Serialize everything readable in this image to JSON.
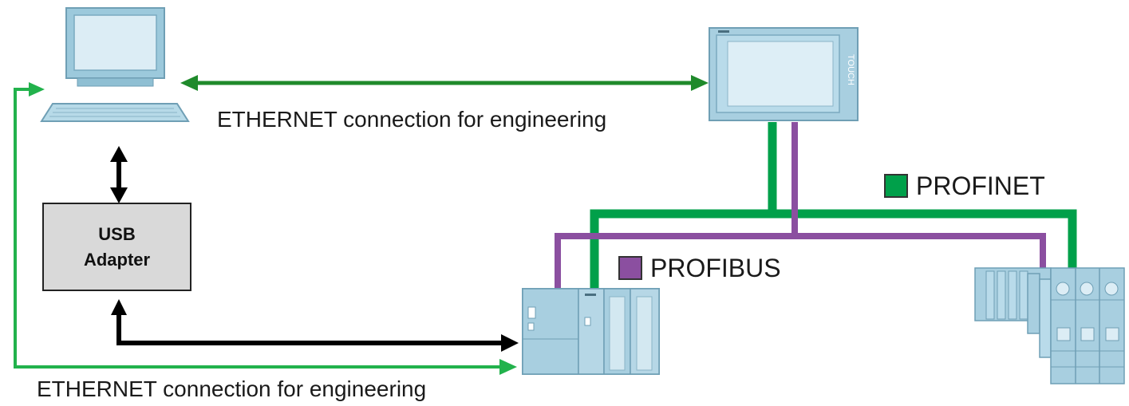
{
  "labels": {
    "ethernet_top": "ETHERNET connection for engineering",
    "ethernet_bottom": "ETHERNET connection for engineering"
  },
  "usb_adapter": {
    "line1": "USB",
    "line2": "Adapter"
  },
  "legend": {
    "profinet": {
      "label": "PROFINET",
      "color": "#00a04a"
    },
    "profibus": {
      "label": "PROFIBUS",
      "color": "#8b4fa0"
    }
  },
  "devices": {
    "pc": {
      "icon": "pc-icon"
    },
    "hmi": {
      "icon": "touch-panel-icon",
      "brand_text": "TOUCH"
    },
    "plc": {
      "icon": "plc-icon"
    },
    "io": {
      "icon": "distributed-io-icon"
    }
  },
  "colors": {
    "ethernet_light": "#22b24c",
    "ethernet_dark": "#1f8a2b",
    "usb_link": "#000000",
    "device_fill": "#a8cfe0",
    "device_edge": "#6f9fb5"
  }
}
